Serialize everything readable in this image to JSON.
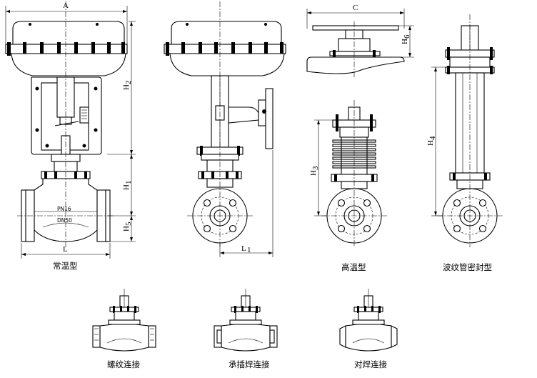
{
  "dimensions": {
    "A": "A",
    "C": "C",
    "H2": "H",
    "H2_sub": "2",
    "H1": "H",
    "H1_sub": "1",
    "H5": "H",
    "H5_sub": "5",
    "H3": "H",
    "H3_sub": "3",
    "H4": "H",
    "H4_sub": "4",
    "H6": "H",
    "H6_sub": "6",
    "L": "L",
    "L1": "L",
    "L1_sub": "1"
  },
  "body_labels": {
    "pn": "PN16",
    "dn": "DN50"
  },
  "captions": {
    "normal": "常温型",
    "high_temp": "高温型",
    "bellows": "波纹管密封型",
    "threaded": "螺纹连接",
    "socket_weld": "承插焊连接",
    "butt_weld": "对焊连接"
  }
}
